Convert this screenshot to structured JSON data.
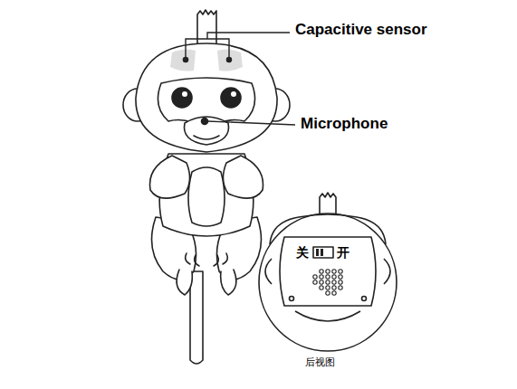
{
  "diagram": {
    "labels": [
      "Capacitive sensor",
      "Microphone",
      "关",
      "开",
      "后视图"
    ]
  }
}
